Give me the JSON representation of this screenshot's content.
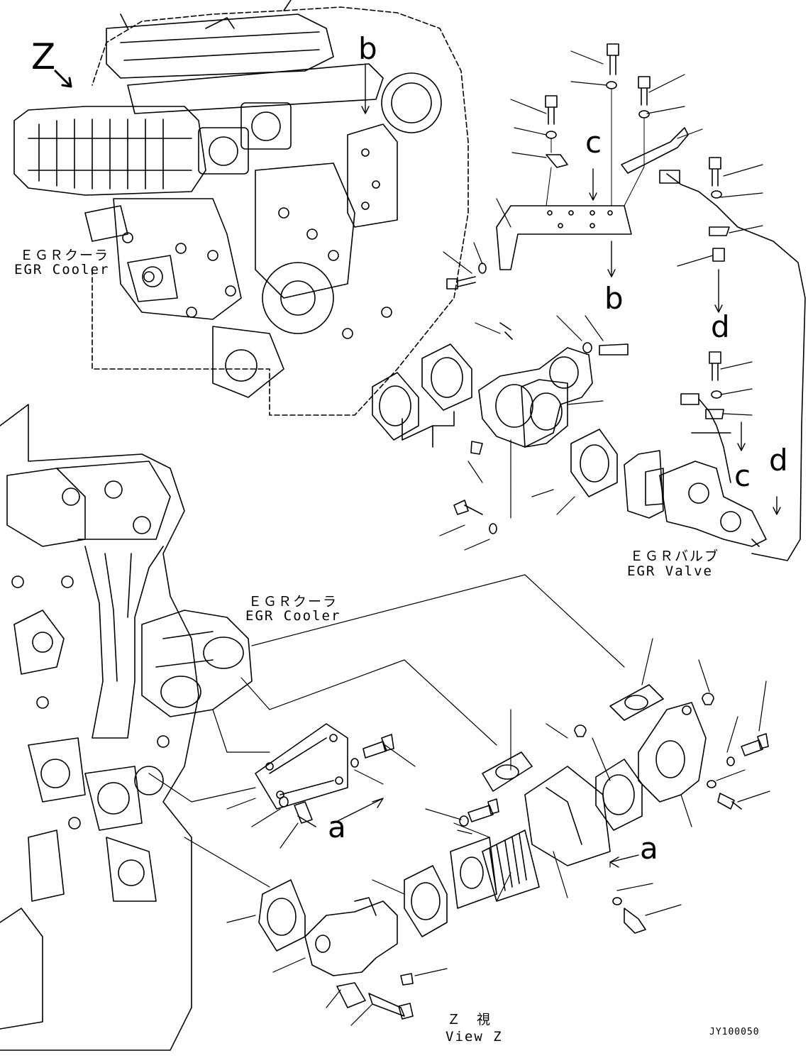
{
  "labels": {
    "egr_cooler_top_jp": "ＥＧＲクーラ",
    "egr_cooler_top_en": "EGR Cooler",
    "egr_cooler_mid_jp": "ＥＧＲクーラ",
    "egr_cooler_mid_en": "EGR Cooler",
    "egr_valve_jp": "ＥＧＲバルブ",
    "egr_valve_en": "EGR Valve",
    "view_z_jp": "Ｚ　視",
    "view_z_en": "View Z",
    "drawing_code": "JY100050"
  },
  "callouts": {
    "z": "Z",
    "b_top": "b",
    "b_mid": "b",
    "c_top": "c",
    "c_right": "c",
    "d_mid": "d",
    "d_right": "d",
    "a_left": "a",
    "a_right": "a"
  }
}
